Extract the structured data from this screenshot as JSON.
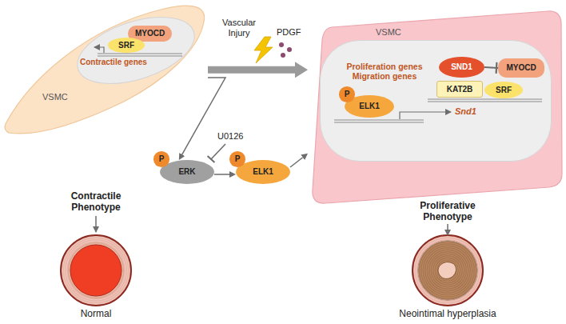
{
  "diagram": {
    "nodes": [
      {
        "text": [
          "VSMC"
        ]
      },
      {
        "text": [
          "Contractile genes"
        ],
        "in": 0
      },
      {
        "text": [
          "MYOCD"
        ],
        "in": 1
      },
      {
        "text": [
          "SRF"
        ],
        "in": 1
      },
      {
        "text": [
          "ERK"
        ]
      },
      {
        "text": [
          "P"
        ],
        "in": 4
      },
      {
        "text": [
          "ELK1"
        ]
      },
      {
        "text": [
          "P"
        ],
        "in": 6
      },
      {
        "text": [
          "VSMC"
        ]
      },
      {
        "text": [
          "Proliferation genes Migration genes",
          "Snd1"
        ],
        "in": 8
      },
      {
        "text": [
          "ELK1"
        ],
        "in": 9
      },
      {
        "text": [
          "P"
        ],
        "in": 10
      },
      {
        "text": [
          "SND1"
        ],
        "in": 9
      },
      {
        "text": [
          "MYOCD"
        ],
        "in": 9
      },
      {
        "text": [
          "KAT2B"
        ],
        "in": 9
      },
      {
        "text": [
          "SRF"
        ],
        "in": 9
      },
      {
        "text": [
          "Normal"
        ]
      },
      {
        "text": [
          "Neointimal hyperplasia"
        ]
      }
    ],
    "edges": [
      {
        "from": 0,
        "to": 8,
        "arrow": "to"
      },
      {
        "from": 0,
        "to": 4,
        "arrow": "to"
      },
      {
        "from": 4,
        "to": 6,
        "arrow": "to"
      },
      {
        "from": 6,
        "to": 8,
        "arrow": "to"
      },
      {
        "from": 12,
        "to": 13,
        "arrow": "none"
      }
    ],
    "labels": [
      "Vascular Injury",
      "PDGF",
      "U0126",
      "Contractile Phenotype",
      "Proliferative Phenotype"
    ]
  }
}
